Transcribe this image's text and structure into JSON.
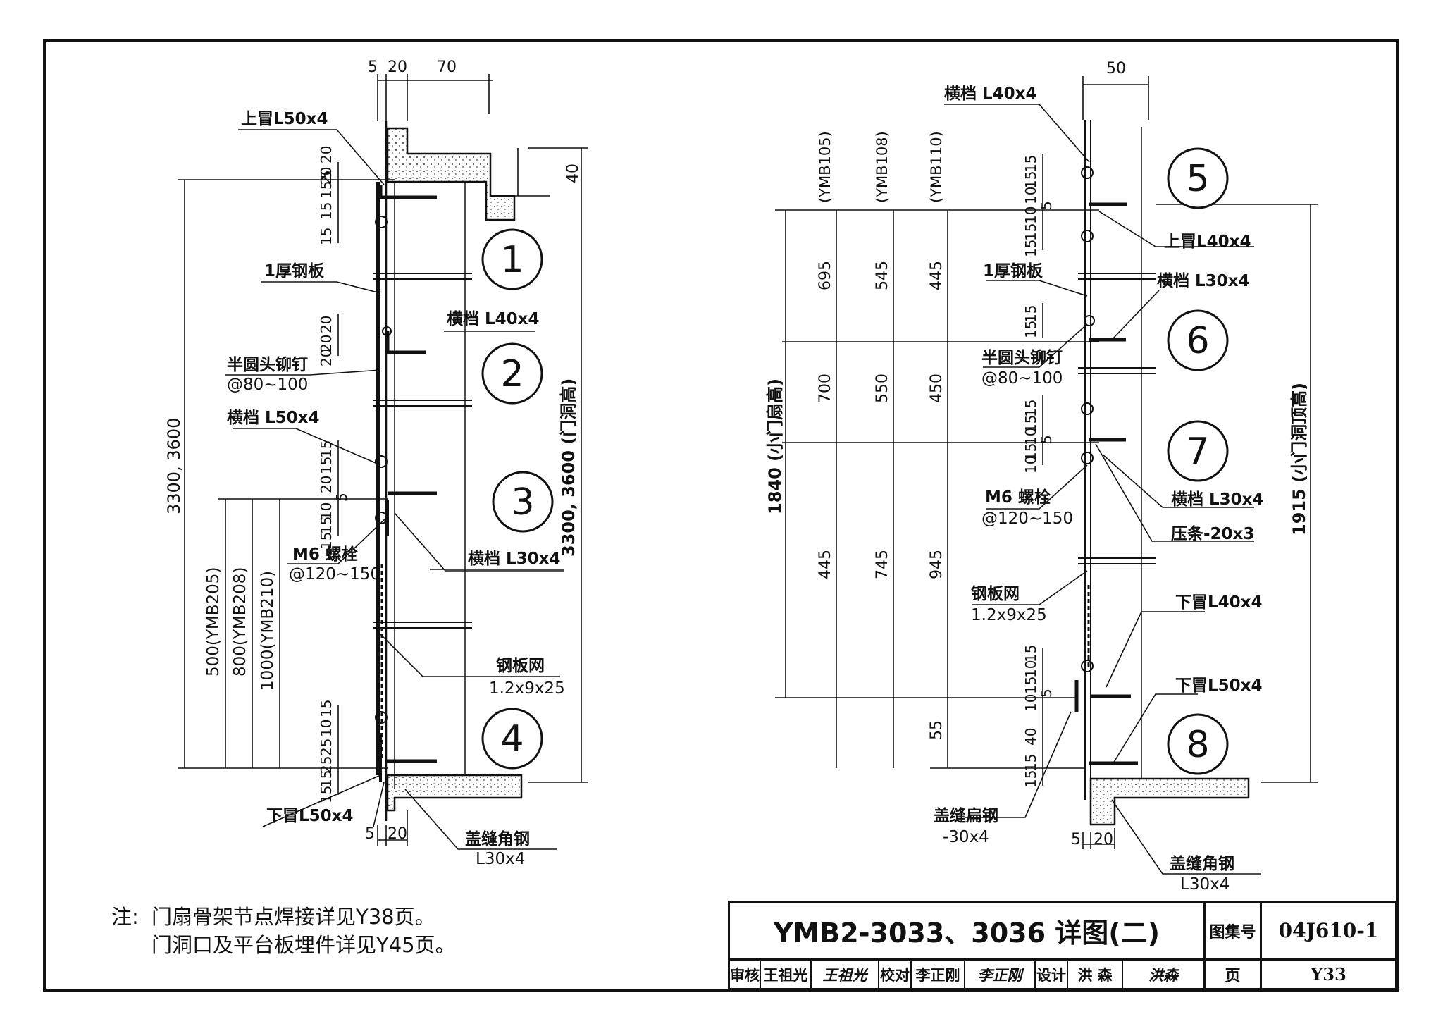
{
  "drawing": {
    "title": "YMB2-3033、3036 详图(二)",
    "atlas_no_label": "图集号",
    "atlas_no": "04J610-1",
    "page_label": "页",
    "page_no": "Y33",
    "review_label": "审核",
    "reviewer": "王祖光",
    "reviewer_signature": "王祖光",
    "check_label": "校对",
    "checker": "李正刚",
    "checker_signature": "李正刚",
    "design_label": "设计",
    "designer": "洪 森",
    "designer_signature": "洪森"
  },
  "notes": {
    "prefix": "注:",
    "line1": "门扇骨架节点焊接详见Y38页。",
    "line2": "门洞口及平台板埋件详见Y45页。"
  },
  "left_detail": {
    "top_dims": [
      "5",
      "20",
      "70"
    ],
    "bottom_dims": [
      "5",
      "20"
    ],
    "right_dim": "40",
    "overall_height": "3300, 3600",
    "opening_height": "3300, 3600 (门洞高)",
    "ymb_heights": [
      "500(YMB205)",
      "800(YMB208)",
      "1000(YMB210)"
    ],
    "side_dims": {
      "group1": [
        "5",
        "20",
        "15",
        "20",
        "15",
        "15"
      ],
      "group2": [
        "20",
        "20",
        "20"
      ],
      "group3": [
        "15",
        "15",
        "20",
        "5",
        "10",
        "15",
        "15"
      ],
      "group4": [
        "15",
        "10",
        "25",
        "25",
        "15",
        "15"
      ]
    },
    "labels": {
      "top_rail": "上冒L50x4",
      "plate": "1厚钢板",
      "rail_l40": "横档 L40x4",
      "rivet": "半圆头铆钉",
      "rivet_spacing": "@80~100",
      "rail_l50": "横档 L50x4",
      "rail_l30": "横档 L30x4",
      "bolt": "M6 螺栓",
      "bolt_spacing": "@120~150",
      "mesh": "钢板网",
      "mesh_size": "1.2x9x25",
      "bottom_rail": "下冒L50x4",
      "cover_angle": "盖缝角钢",
      "cover_angle_size": "L30x4"
    },
    "callouts": [
      "1",
      "2",
      "3",
      "4"
    ]
  },
  "right_detail": {
    "top_dim": "50",
    "column_heads": [
      "(YMB105)",
      "(YMB108)",
      "(YMB110)"
    ],
    "col1": [
      "695",
      "700",
      "445"
    ],
    "col2": [
      "545",
      "550",
      "745"
    ],
    "col3": [
      "445",
      "450",
      "945"
    ],
    "extra_dim": "55",
    "small_door_height": "1840 (小门扇高)",
    "small_opening_height": "1915 (小门洞顶高)",
    "bottom_dims": [
      "5",
      "20"
    ],
    "side_dims": {
      "group5": [
        "15",
        "15",
        "10",
        "10",
        "15",
        "15",
        "5"
      ],
      "group6": [
        "15",
        "15"
      ],
      "group7": [
        "15",
        "15",
        "10",
        "15",
        "10",
        "5"
      ],
      "group8": [
        "15",
        "10",
        "15",
        "5",
        "10",
        "40",
        "15",
        "15"
      ]
    },
    "labels": {
      "rail_top": "横档 L40x4",
      "top_rail": "上冒L40x4",
      "plate": "1厚钢板",
      "rail_l30_a": "横档 L30x4",
      "rivet": "半圆头铆钉",
      "rivet_spacing": "@80~100",
      "bolt": "M6 螺栓",
      "bolt_spacing": "@120~150",
      "rail_l30_b": "横档 L30x4",
      "strip": "压条-20x3",
      "mesh": "钢板网",
      "mesh_size": "1.2x9x25",
      "bottom_rail_l40": "下冒L40x4",
      "bottom_rail_l50": "下冒L50x4",
      "flat_steel": "盖缝扁钢",
      "flat_steel_size": "-30x4",
      "cover_angle": "盖缝角钢",
      "cover_angle_size": "L30x4"
    },
    "callouts": [
      "5",
      "6",
      "7",
      "8"
    ]
  }
}
